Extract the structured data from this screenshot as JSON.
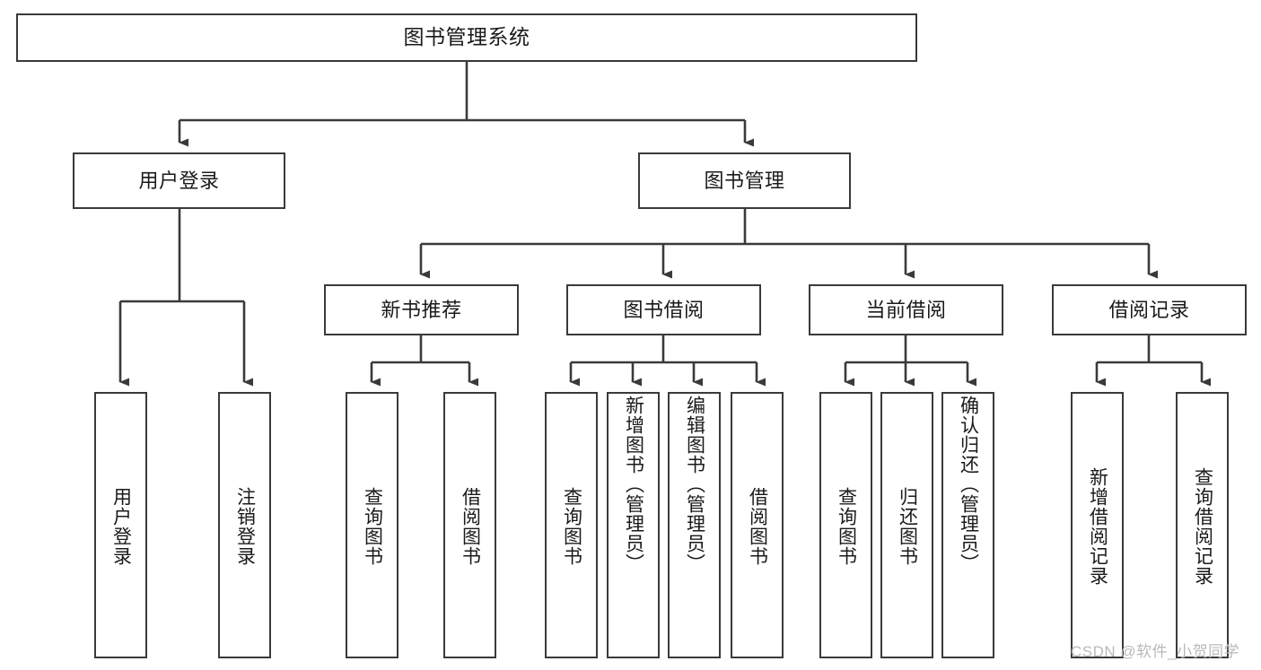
{
  "diagram": {
    "type": "tree-hierarchy",
    "title": "图书管理系统",
    "orientation": "top-down",
    "colors": {
      "box_border": "#3a3a3a",
      "box_fill": "#ffffff",
      "connector": "#3a3a3a",
      "text": "#1a1a1a",
      "watermark": "#b9b9b9"
    },
    "nodes": {
      "root": {
        "label": "图书管理系统",
        "level": 1,
        "orientation": "horizontal"
      },
      "level2": [
        {
          "id": "user-login",
          "label": "用户登录",
          "orientation": "horizontal"
        },
        {
          "id": "book-management",
          "label": "图书管理",
          "orientation": "horizontal"
        }
      ],
      "level3": [
        {
          "id": "new-book-recommend",
          "label": "新书推荐",
          "parent": "book-management",
          "orientation": "horizontal"
        },
        {
          "id": "book-borrow",
          "label": "图书借阅",
          "parent": "book-management",
          "orientation": "horizontal"
        },
        {
          "id": "current-borrow",
          "label": "当前借阅",
          "parent": "book-management",
          "orientation": "horizontal"
        },
        {
          "id": "borrow-record",
          "label": "借阅记录",
          "parent": "book-management",
          "orientation": "horizontal"
        }
      ],
      "leaves": [
        {
          "id": "leaf-user-login",
          "label": "用户登录",
          "parent": "user-login",
          "orientation": "vertical"
        },
        {
          "id": "leaf-logout-login",
          "label": "注销登录",
          "parent": "user-login",
          "orientation": "vertical"
        },
        {
          "id": "leaf-query-book-1",
          "label": "查询图书",
          "parent": "new-book-recommend",
          "orientation": "vertical"
        },
        {
          "id": "leaf-borrow-book-1",
          "label": "借阅图书",
          "parent": "new-book-recommend",
          "orientation": "vertical"
        },
        {
          "id": "leaf-query-book-2",
          "label": "查询图书",
          "parent": "book-borrow",
          "orientation": "vertical"
        },
        {
          "id": "leaf-add-book",
          "label": "新增图书（管理员）",
          "parent": "book-borrow",
          "orientation": "vertical"
        },
        {
          "id": "leaf-edit-book",
          "label": "编辑图书（管理员）",
          "parent": "book-borrow",
          "orientation": "vertical"
        },
        {
          "id": "leaf-borrow-book-2",
          "label": "借阅图书",
          "parent": "book-borrow",
          "orientation": "vertical"
        },
        {
          "id": "leaf-query-book-3",
          "label": "查询图书",
          "parent": "current-borrow",
          "orientation": "vertical"
        },
        {
          "id": "leaf-return-book",
          "label": "归还图书",
          "parent": "current-borrow",
          "orientation": "vertical"
        },
        {
          "id": "leaf-confirm-return",
          "label": "确认归还（管理员）",
          "parent": "current-borrow",
          "orientation": "vertical"
        },
        {
          "id": "leaf-add-record",
          "label": "新增借阅记录",
          "parent": "borrow-record",
          "orientation": "vertical"
        },
        {
          "id": "leaf-query-record",
          "label": "查询借阅记录",
          "parent": "borrow-record",
          "orientation": "vertical"
        }
      ]
    },
    "watermark": "CSDN @软件_小贺同学"
  }
}
